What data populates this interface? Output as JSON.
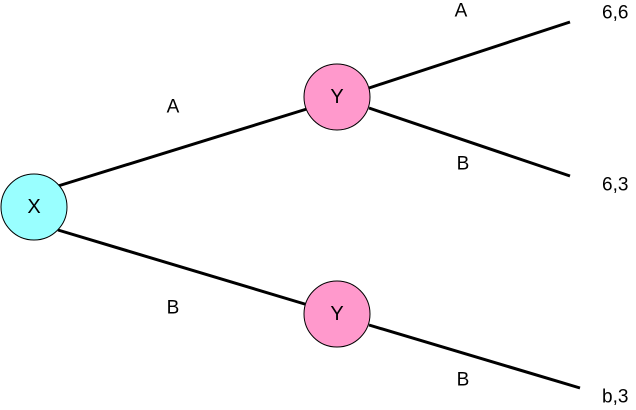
{
  "colors": {
    "player_x_node": "#99FFFF",
    "player_y_node": "#FF99CC",
    "edge": "#000000"
  },
  "nodes": {
    "root": {
      "label": "X"
    },
    "upper": {
      "label": "Y"
    },
    "lower": {
      "label": "Y"
    }
  },
  "edges": {
    "root_to_upper": {
      "label": "A"
    },
    "root_to_lower": {
      "label": "B"
    },
    "upper_a": {
      "label": "A"
    },
    "upper_b": {
      "label": "B"
    },
    "lower_b": {
      "label": "B"
    }
  },
  "payoffs": {
    "upper_a": "6,6",
    "upper_b": "6,3",
    "lower_b": "b,3"
  }
}
